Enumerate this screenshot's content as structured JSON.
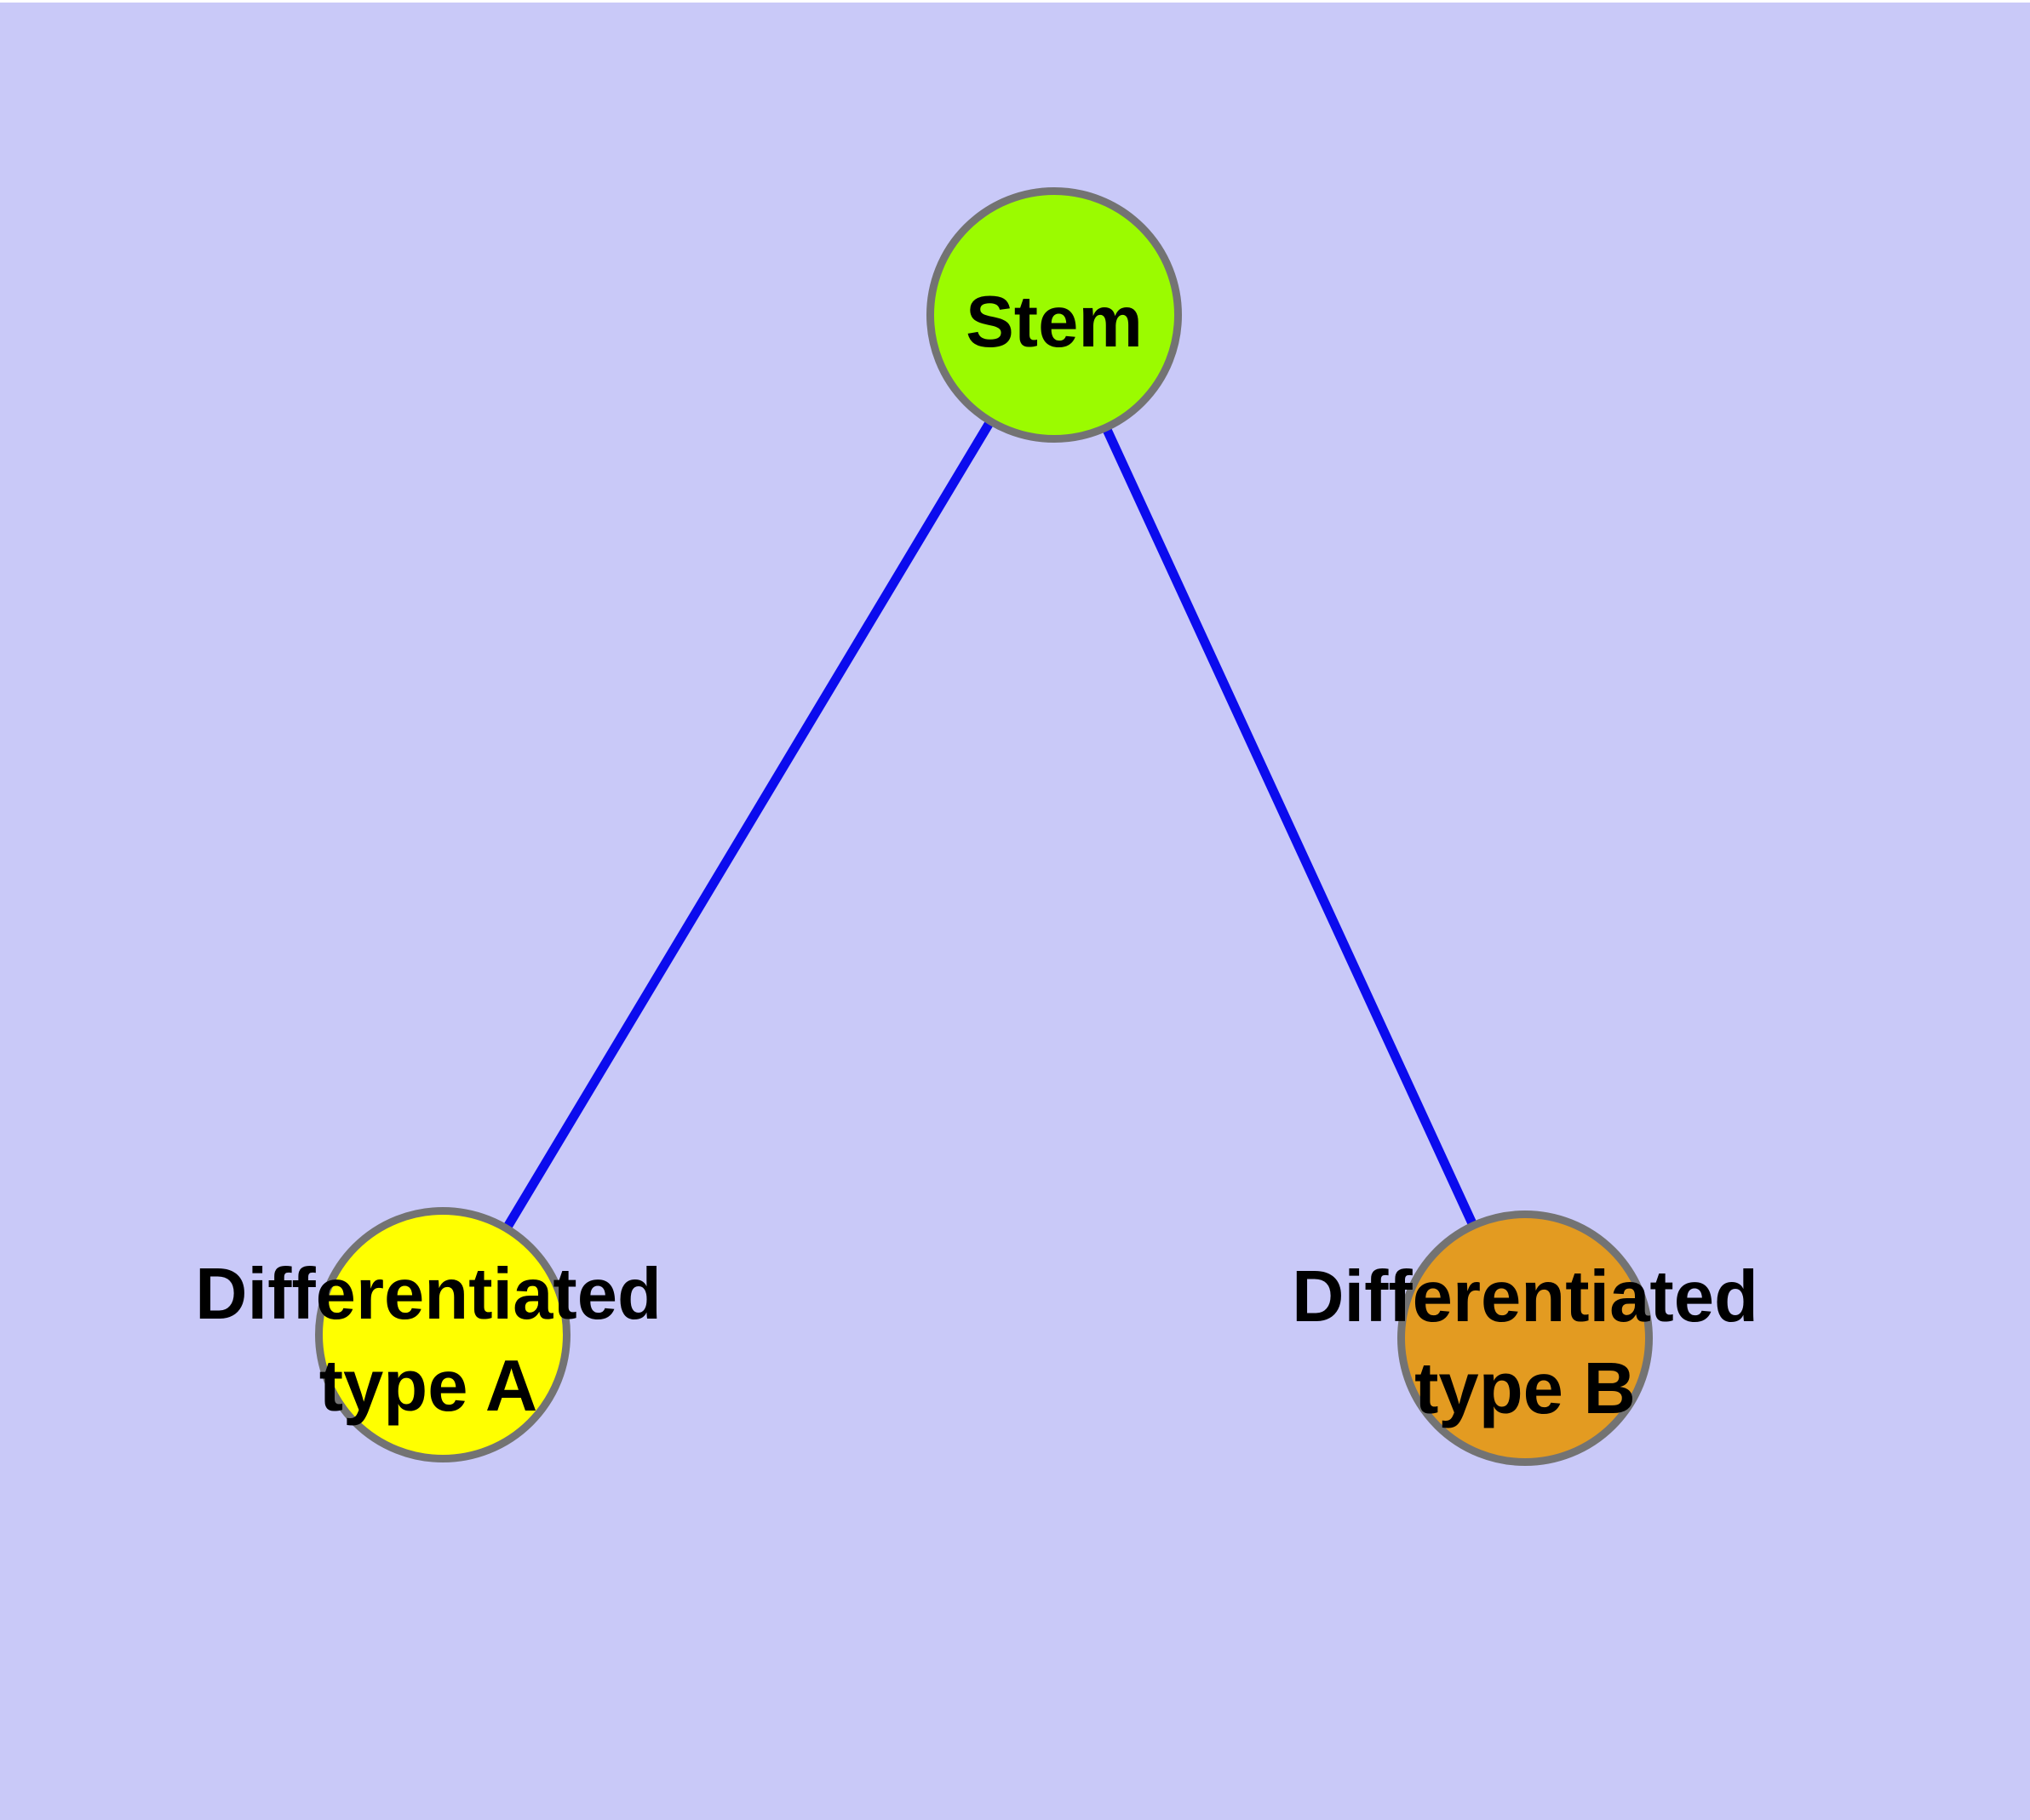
{
  "diagram": {
    "type": "node-link-graph",
    "background_color": "#C9C9F8",
    "top_margin_color": "#FFFFFF",
    "node_border_color": "#737373",
    "edge_color": "#0B0BEE",
    "label_color": "#000000",
    "nodes": [
      {
        "id": "stem",
        "label": "Stem",
        "color": "#9BFB00"
      },
      {
        "id": "differentiated-type-a",
        "label_line1": "Differentiated",
        "label_line2": "type A",
        "color": "#FFFF00"
      },
      {
        "id": "differentiated-type-b",
        "label_line1": "Differentiated",
        "label_line2": "type B",
        "color": "#E39B21"
      }
    ],
    "edges": [
      {
        "from": "Stem",
        "to": "Differentiated type A"
      },
      {
        "from": "Stem",
        "to": "Differentiated type B"
      }
    ]
  }
}
